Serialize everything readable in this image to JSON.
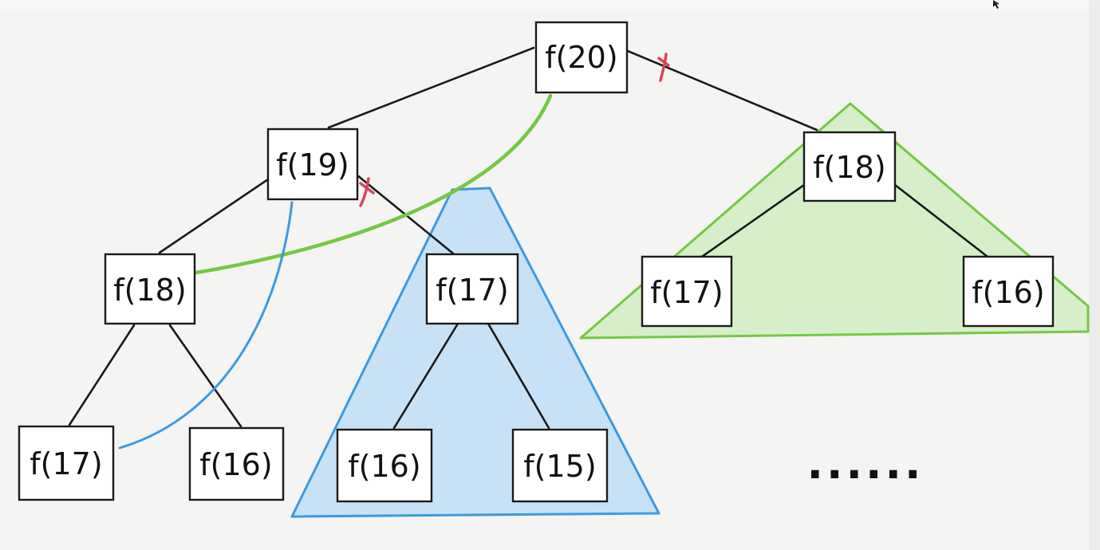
{
  "nodes": [
    {
      "id": "root-f20",
      "label": "f(20)"
    },
    {
      "id": "f19",
      "label": "f(19)"
    },
    {
      "id": "f18-right",
      "label": "f(18)"
    },
    {
      "id": "f18-left",
      "label": "f(18)"
    },
    {
      "id": "f17-mid",
      "label": "f(17)"
    },
    {
      "id": "f17-right",
      "label": "f(17)"
    },
    {
      "id": "f16-right",
      "label": "f(16)"
    },
    {
      "id": "f17-left",
      "label": "f(17)"
    },
    {
      "id": "f16-left",
      "label": "f(16)"
    },
    {
      "id": "f16-mid",
      "label": "f(16)"
    },
    {
      "id": "f15",
      "label": "f(15)"
    }
  ],
  "ellipsis": "......",
  "colors": {
    "blue_fill": "#c7e2f7",
    "blue_stroke": "#3d9ade",
    "green_fill": "#d6efc8",
    "green_stroke": "#74c843",
    "cross_red": "#d6455a",
    "ink": "#1a1a1a"
  },
  "icons": {
    "pruned_edge_marker": "red-cross-icon",
    "cursor": "mouse-cursor-icon"
  }
}
